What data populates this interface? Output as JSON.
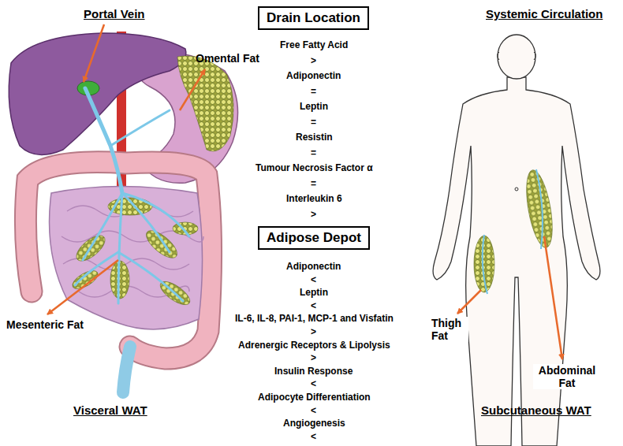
{
  "diagram": {
    "nodes": [
      {
        "text": [
          "Drain Location"
        ]
      },
      {
        "text": [
          "Adipose Depot"
        ]
      }
    ],
    "labels": [
      "Portal Vein",
      "Systemic Circulation",
      "Omental Fat",
      "Free Fatty Acid",
      ">",
      "Adiponectin",
      "=",
      "Leptin",
      "=",
      "Resistin",
      "=",
      "Tumour Necrosis Factor α",
      "=",
      "Interleukin 6",
      ">",
      "Adiponectin",
      "<",
      "Leptin",
      "<",
      "IL-6, IL-8, PAI-1, MCP-1 and Visfatin",
      ">",
      "Adrenergic Receptors & Lipolysis",
      ">",
      "Insulin Response",
      "<",
      "Adipocyte Differentiation",
      "<",
      "Angiogenesis",
      "<",
      "Thigh Fat",
      "Abdominal Fat",
      "Mesenteric Fat",
      "Visceral WAT",
      "Subcutaneous WAT"
    ]
  }
}
